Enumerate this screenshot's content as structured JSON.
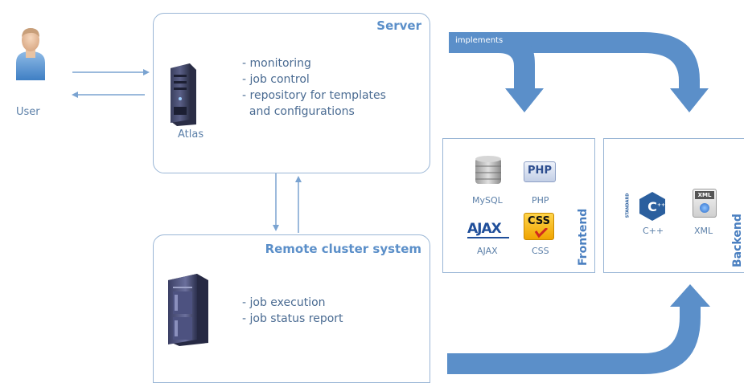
{
  "colors": {
    "accent": "#5b8fc9",
    "border": "#9ab6d6",
    "arrow_fill": "#5b8fc9",
    "text": "#4a6b92"
  },
  "user": {
    "label": "User",
    "icon": "user-icon"
  },
  "server": {
    "title": "Server",
    "machine_label": "Atlas",
    "machine_icon": "server-tower-icon",
    "bullets": [
      "- monitoring",
      "- job control",
      "- repository for templates",
      "  and configurations"
    ]
  },
  "cluster": {
    "title": "Remote cluster system",
    "machine_icon": "server-rack-icon",
    "bullets": [
      "- job execution",
      "- job status report"
    ]
  },
  "implements_label": "implements",
  "frontend": {
    "title": "Frontend",
    "items": [
      {
        "label": "MySQL",
        "icon": "mysql-database-icon"
      },
      {
        "label": "PHP",
        "icon": "php-logo-icon"
      },
      {
        "label": "AJAX",
        "icon": "ajax-logo-icon"
      },
      {
        "label": "CSS",
        "icon": "css-logo-icon"
      }
    ],
    "logo_text": {
      "php": "PHP",
      "ajax": "AJAX",
      "css": "CSS"
    }
  },
  "backend": {
    "title": "Backend",
    "items": [
      {
        "label": "C++",
        "icon": "cpp-logo-icon"
      },
      {
        "label": "XML",
        "icon": "xml-file-icon"
      }
    ],
    "logo_text": {
      "cpp_standard": "STANDARD",
      "xml": "XML"
    }
  }
}
